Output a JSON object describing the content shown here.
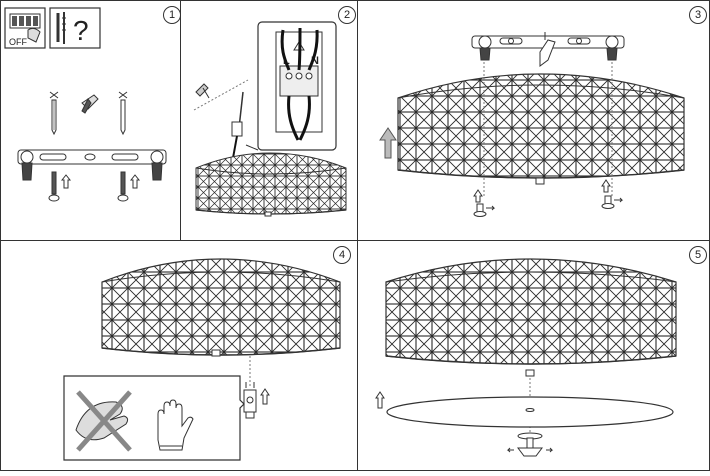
{
  "panels": [
    {
      "number": "1"
    },
    {
      "number": "2"
    },
    {
      "number": "3"
    },
    {
      "number": "4"
    },
    {
      "number": "5"
    }
  ],
  "switch_label": "OFF",
  "tools_label": "?",
  "terminal_labels": {
    "live": "L",
    "neutral": "N"
  },
  "colors": {
    "line": "#333333",
    "fill": "#ffffff",
    "mesh": "#2a2a2a"
  }
}
